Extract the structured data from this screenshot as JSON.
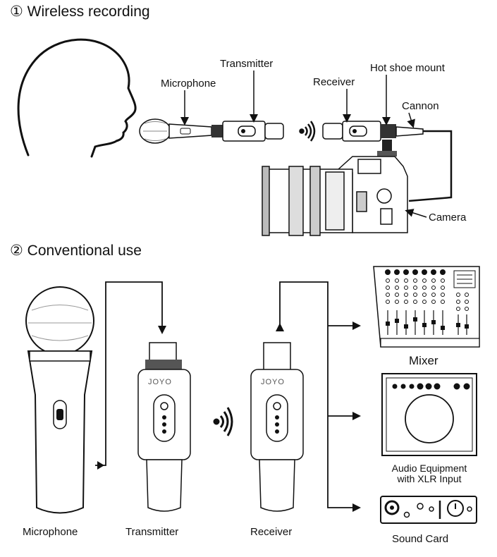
{
  "section1": {
    "title": "① Wireless recording",
    "labels": {
      "microphone": "Microphone",
      "transmitter": "Transmitter",
      "receiver": "Receiver",
      "hot_shoe": "Hot shoe mount",
      "cannon": "Cannon",
      "camera": "Camera"
    }
  },
  "section2": {
    "title": "② Conventional use",
    "brand": "JOYO",
    "labels": {
      "microphone": "Microphone",
      "transmitter": "Transmitter",
      "receiver": "Receiver",
      "mixer": "Mixer",
      "audio_line1": "Audio Equipment",
      "audio_line2": "with XLR Input",
      "sound_card": "Sound Card"
    }
  },
  "icons": [
    "wireless-signal-icon",
    "head-profile-icon"
  ]
}
